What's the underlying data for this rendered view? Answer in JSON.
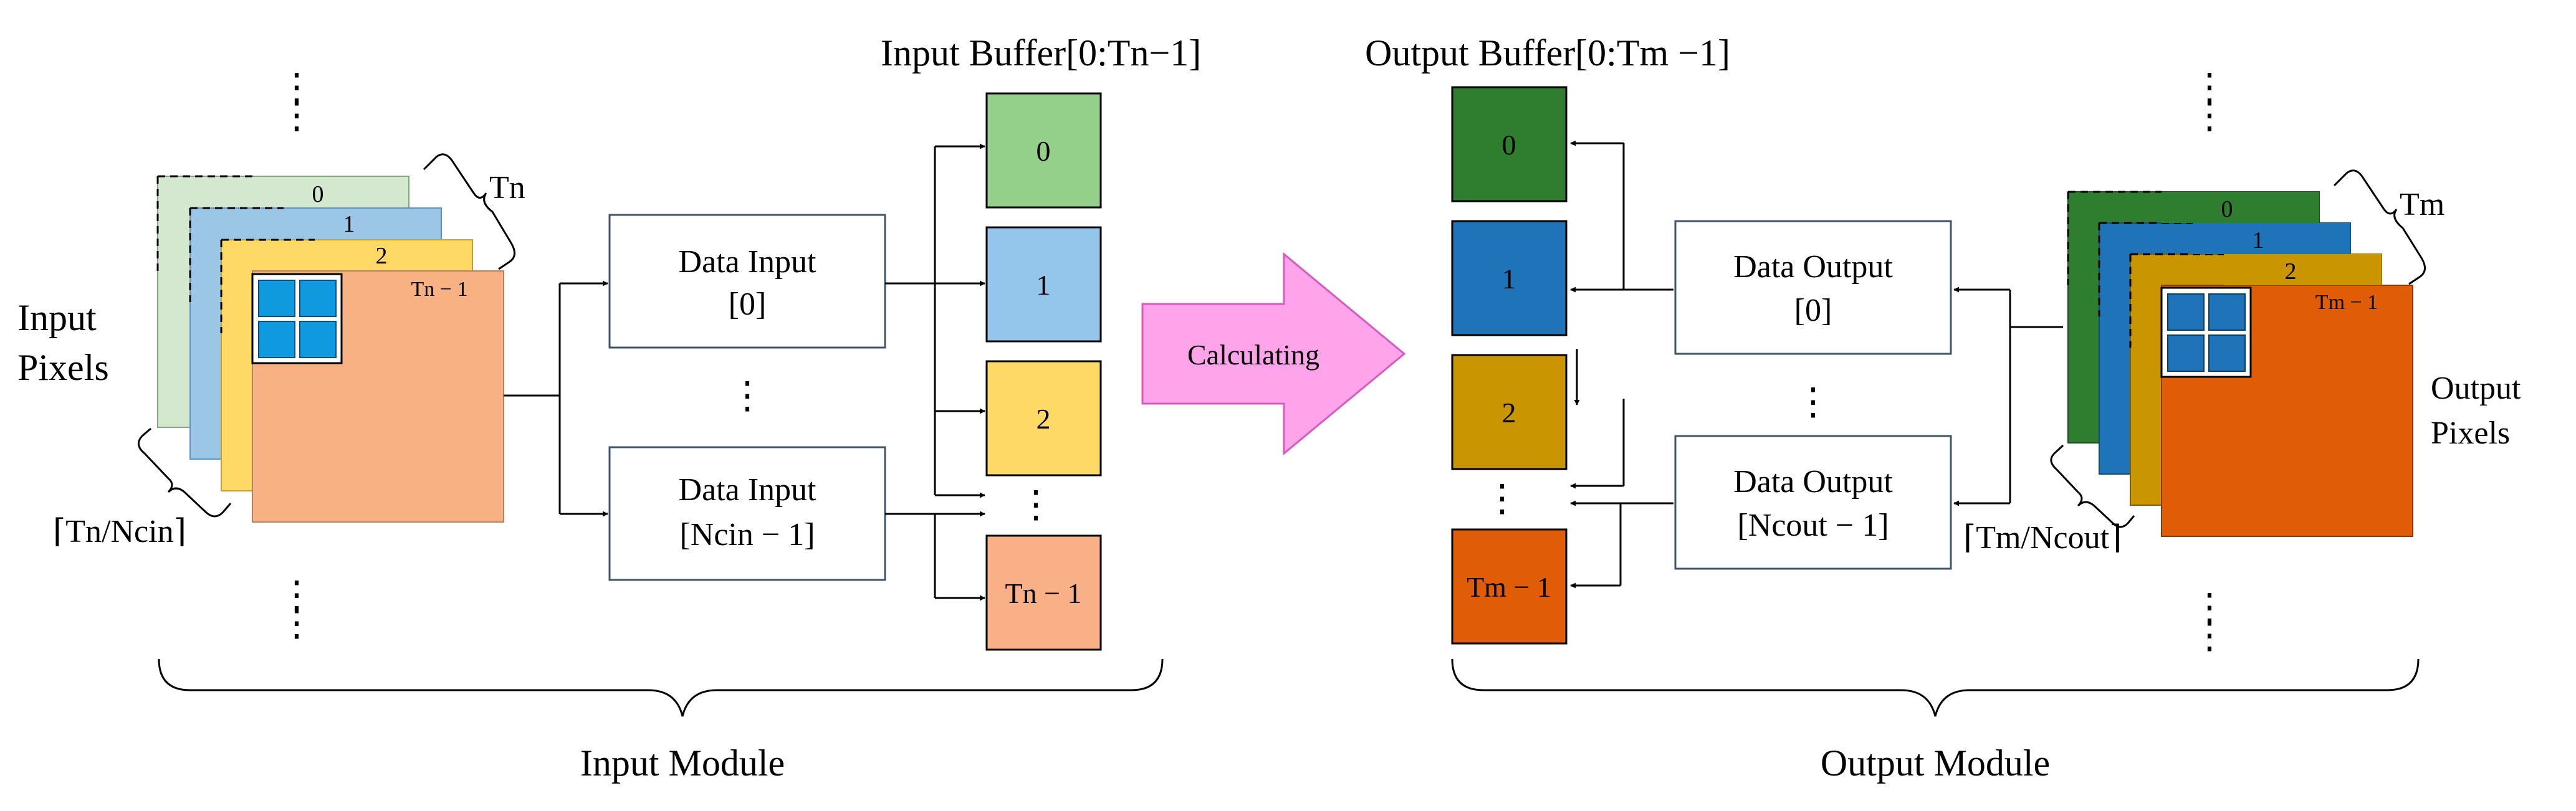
{
  "colors": {
    "green_light": "#d4e8d0",
    "blue_light": "#9cc6e6",
    "yellow": "#ffd966",
    "salmon": "#f7b183",
    "buf_green": "#95d08a",
    "buf_blue": "#94c5ea",
    "buf_yellow": "#ffd966",
    "buf_salmon": "#fab086",
    "out_green": "#2f7d2f",
    "out_blue": "#1f74b9",
    "out_gold": "#c99500",
    "out_orange": "#e05c07",
    "arrow_pink": "#ffa3ea",
    "tile_blue": "#0f9ae0"
  },
  "input_module": {
    "side_label_line1": "Input",
    "side_label_line2": "Pixels",
    "stack_layers": [
      "0",
      "1",
      "2",
      "Tn − 1"
    ],
    "brace_top_label": "Tn",
    "brace_bottom_label": "⌈Tn/Ncin⌉",
    "data_input_first_line1": "Data Input",
    "data_input_first_line2": "[0]",
    "data_input_last_line1": "Data Input",
    "data_input_last_line2": "[Ncin − 1]",
    "between_dots": "⋮",
    "buffer_title": "Input Buffer[0:Tn−1]",
    "buffer_cells": [
      "0",
      "1",
      "2",
      "Tn − 1"
    ],
    "buffer_dots": "⋮",
    "module_label": "Input Module"
  },
  "calculating_label": "Calculating",
  "output_module": {
    "buffer_title": "Output Buffer[0:Tm −1]",
    "buffer_cells": [
      "0",
      "1",
      "2",
      "Tm − 1"
    ],
    "buffer_dots": "⋮",
    "data_output_first_line1": "Data Output",
    "data_output_first_line2": "[0]",
    "data_output_last_line1": "Data Output",
    "data_output_last_line2": "[Ncout − 1]",
    "between_dots": "⋮",
    "stack_layers": [
      "0",
      "1",
      "2",
      "Tm − 1"
    ],
    "brace_top_label": "Tm",
    "brace_bottom_label": "⌈Tm/Ncout⌉",
    "side_label_line1": "Output",
    "side_label_line2": "Pixels",
    "module_label": "Output Module"
  }
}
